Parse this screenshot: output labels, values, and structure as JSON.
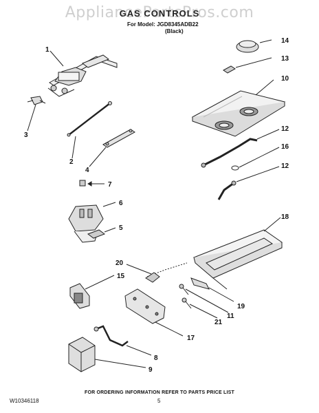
{
  "watermark": "AppliancePartsPros.com",
  "title": "GAS CONTROLS",
  "model_line": "For Model: JGD8345ADB22",
  "color_line": "(Black)",
  "callouts": [
    "1",
    "2",
    "3",
    "4",
    "5",
    "6",
    "7",
    "8",
    "9",
    "10",
    "11",
    "12",
    "12",
    "13",
    "14",
    "15",
    "16",
    "17",
    "18",
    "19",
    "20",
    "21"
  ],
  "footer": {
    "ordering_note": "FOR ORDERING INFORMATION REFER TO PARTS PRICE LIST",
    "doc_id": "W10346118",
    "page_number": "5"
  }
}
